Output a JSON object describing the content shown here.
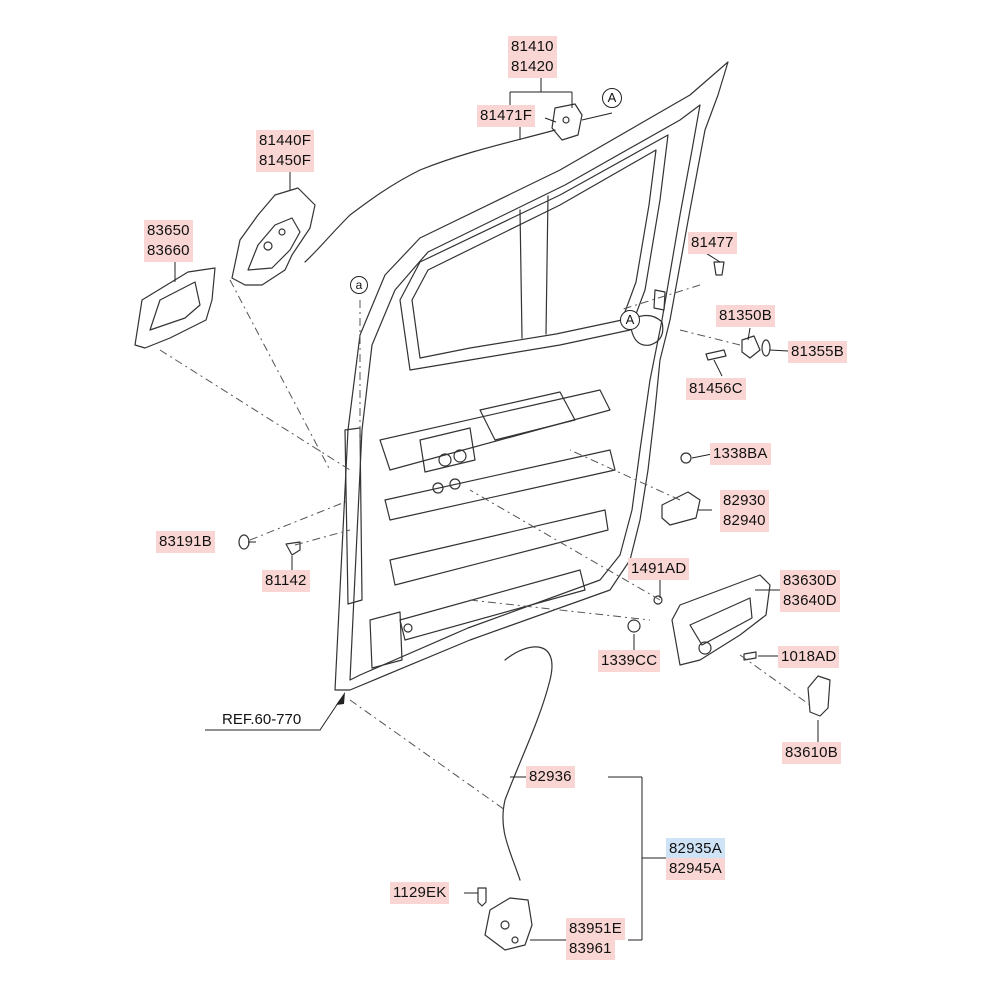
{
  "diagram": {
    "parts": {
      "p81410": "81410",
      "p81420": "81420",
      "p81471F": "81471F",
      "p81440F": "81440F",
      "p81450F": "81450F",
      "p83650": "83650",
      "p83660": "83660",
      "p81477": "81477",
      "p81350B": "81350B",
      "p81355B": "81355B",
      "p81456C": "81456C",
      "p1338BA": "1338BA",
      "p82930": "82930",
      "p82940": "82940",
      "p83191B": "83191B",
      "p81142": "81142",
      "p1491AD": "1491AD",
      "p83630D": "83630D",
      "p83640D": "83640D",
      "p1339CC": "1339CC",
      "p1018AD": "1018AD",
      "p83610B": "83610B",
      "p82936": "82936",
      "p82935A": "82935A",
      "p82945A": "82945A",
      "p1129EK": "1129EK",
      "p83951E": "83951E",
      "p83961": "83961"
    },
    "reference": "REF.60-770",
    "callouts": {
      "A_top": "A",
      "A_mid": "A",
      "a_small": "a"
    }
  }
}
